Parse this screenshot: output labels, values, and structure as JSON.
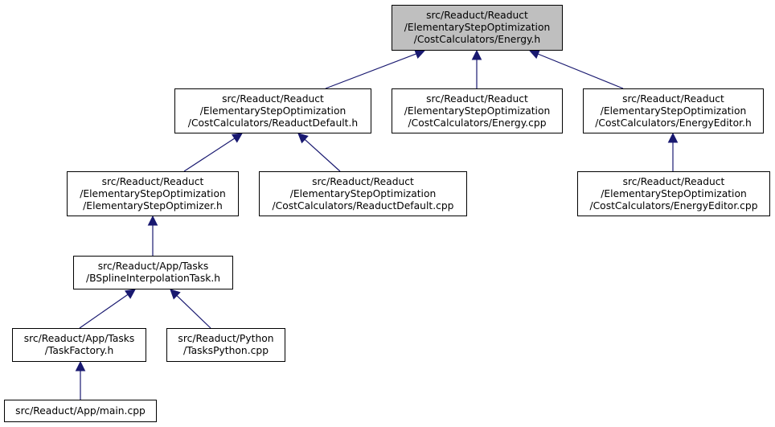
{
  "colors": {
    "edge": "#191970",
    "focus_fill": "#bfbfbf",
    "node_fill": "#ffffff",
    "node_border": "#000000"
  },
  "nodes": [
    {
      "id": "energy_h",
      "lines": [
        "src/Readuct/Readuct",
        "/ElementaryStepOptimization",
        "/CostCalculators/Energy.h"
      ]
    },
    {
      "id": "readuct_default_h",
      "lines": [
        "src/Readuct/Readuct",
        "/ElementaryStepOptimization",
        "/CostCalculators/ReaductDefault.h"
      ]
    },
    {
      "id": "energy_cpp",
      "lines": [
        "src/Readuct/Readuct",
        "/ElementaryStepOptimization",
        "/CostCalculators/Energy.cpp"
      ]
    },
    {
      "id": "energy_editor_h",
      "lines": [
        "src/Readuct/Readuct",
        "/ElementaryStepOptimization",
        "/CostCalculators/EnergyEditor.h"
      ]
    },
    {
      "id": "elementary_step_optimizer_h",
      "lines": [
        "src/Readuct/Readuct",
        "/ElementaryStepOptimization",
        "/ElementaryStepOptimizer.h"
      ]
    },
    {
      "id": "readuct_default_cpp",
      "lines": [
        "src/Readuct/Readuct",
        "/ElementaryStepOptimization",
        "/CostCalculators/ReaductDefault.cpp"
      ]
    },
    {
      "id": "energy_editor_cpp",
      "lines": [
        "src/Readuct/Readuct",
        "/ElementaryStepOptimization",
        "/CostCalculators/EnergyEditor.cpp"
      ]
    },
    {
      "id": "bspline_task_h",
      "lines": [
        "src/Readuct/App/Tasks",
        "/BSplineInterpolationTask.h"
      ]
    },
    {
      "id": "task_factory_h",
      "lines": [
        "src/Readuct/App/Tasks",
        "/TaskFactory.h"
      ]
    },
    {
      "id": "tasks_python_cpp",
      "lines": [
        "src/Readuct/Python",
        "/TasksPython.cpp"
      ]
    },
    {
      "id": "main_cpp",
      "lines": [
        "src/Readuct/App/main.cpp"
      ]
    }
  ],
  "edges": [
    {
      "from": "readuct_default_h",
      "to": "energy_h"
    },
    {
      "from": "energy_cpp",
      "to": "energy_h"
    },
    {
      "from": "energy_editor_h",
      "to": "energy_h"
    },
    {
      "from": "elementary_step_optimizer_h",
      "to": "readuct_default_h"
    },
    {
      "from": "readuct_default_cpp",
      "to": "readuct_default_h"
    },
    {
      "from": "energy_editor_cpp",
      "to": "energy_editor_h"
    },
    {
      "from": "bspline_task_h",
      "to": "elementary_step_optimizer_h"
    },
    {
      "from": "task_factory_h",
      "to": "bspline_task_h"
    },
    {
      "from": "tasks_python_cpp",
      "to": "bspline_task_h"
    },
    {
      "from": "main_cpp",
      "to": "task_factory_h"
    }
  ]
}
